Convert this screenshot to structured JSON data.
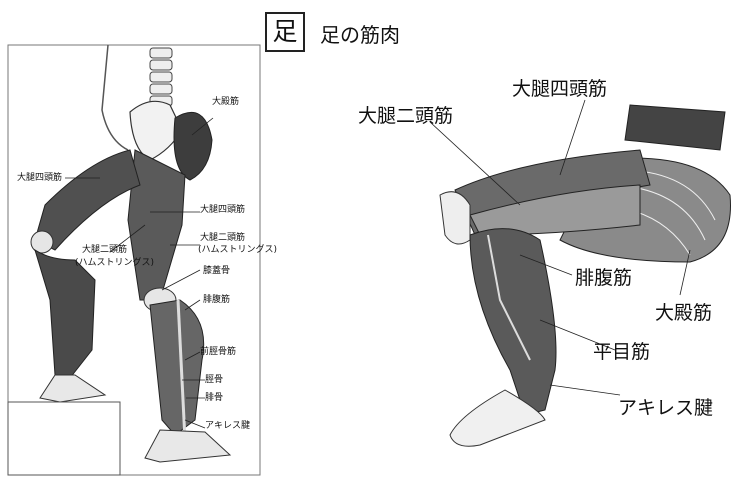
{
  "title": {
    "box_char": "足",
    "text": "足の筋肉"
  },
  "left_figure": {
    "labels": [
      {
        "id": "gluteus-maximus",
        "text": "大殿筋"
      },
      {
        "id": "quadriceps-left",
        "text": "大腿四頭筋"
      },
      {
        "id": "quadriceps-right",
        "text": "大腿四頭筋"
      },
      {
        "id": "biceps-femoris-left",
        "text": "大腿二頭筋"
      },
      {
        "id": "hamstrings-left",
        "text": "(ハムストリングス)"
      },
      {
        "id": "biceps-femoris-right",
        "text": "大腿二頭筋"
      },
      {
        "id": "hamstrings-right",
        "text": "(ハムストリングス)"
      },
      {
        "id": "patella",
        "text": "膝蓋骨"
      },
      {
        "id": "gastrocnemius",
        "text": "腓腹筋"
      },
      {
        "id": "tibialis-anterior",
        "text": "前脛骨筋"
      },
      {
        "id": "tibia",
        "text": "脛骨"
      },
      {
        "id": "fibula",
        "text": "腓骨"
      },
      {
        "id": "achilles-left",
        "text": "アキレス腱"
      }
    ]
  },
  "right_figure": {
    "labels": [
      {
        "id": "biceps-femoris",
        "text": "大腿二頭筋"
      },
      {
        "id": "quadriceps",
        "text": "大腿四頭筋"
      },
      {
        "id": "gastrocnemius",
        "text": "腓腹筋"
      },
      {
        "id": "gluteus-maximus",
        "text": "大殿筋"
      },
      {
        "id": "soleus",
        "text": "平目筋"
      },
      {
        "id": "achilles",
        "text": "アキレス腱"
      }
    ]
  }
}
